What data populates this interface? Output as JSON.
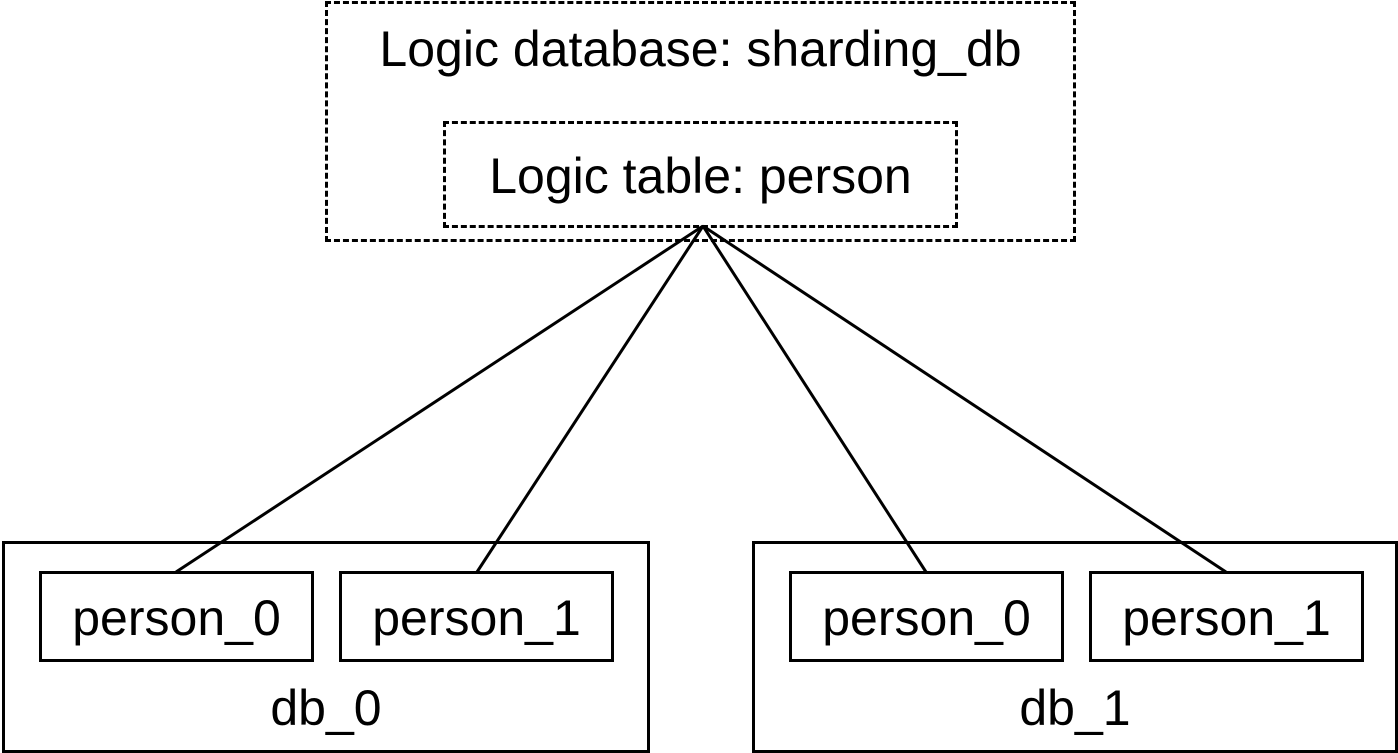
{
  "logic_database": {
    "label": "Logic database: sharding_db"
  },
  "logic_table": {
    "label": "Logic table: person"
  },
  "databases": [
    {
      "name": "db_0",
      "tables": [
        "person_0",
        "person_1"
      ]
    },
    {
      "name": "db_1",
      "tables": [
        "person_0",
        "person_1"
      ]
    }
  ]
}
